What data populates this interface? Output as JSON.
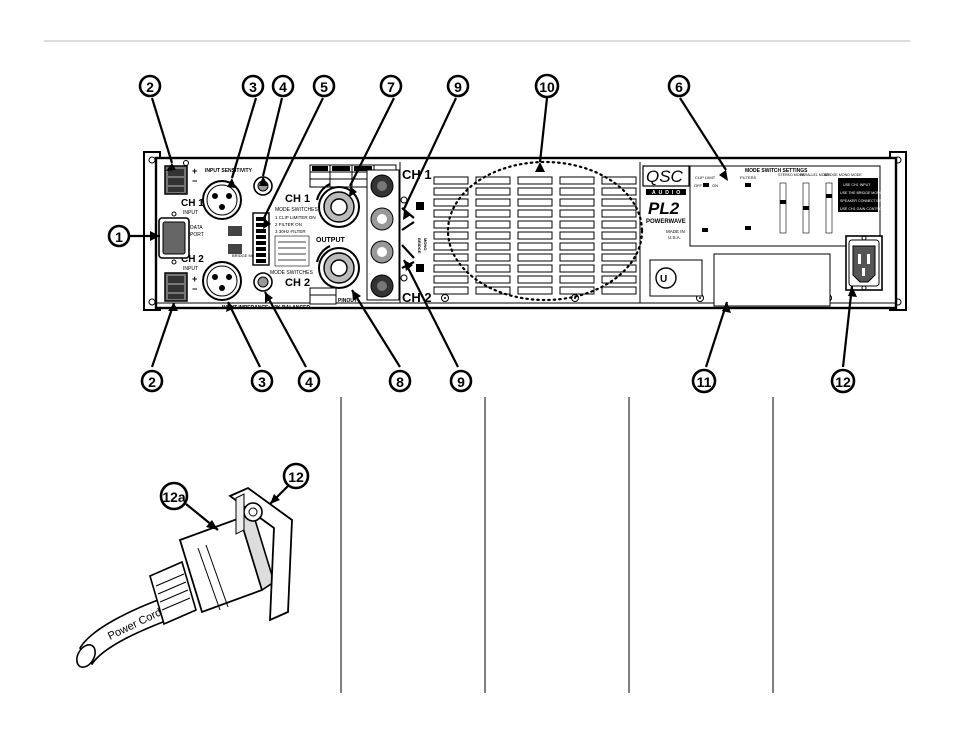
{
  "callouts": {
    "c1": "1",
    "c2a": "2",
    "c2b": "2",
    "c3a": "3",
    "c3b": "3",
    "c4a": "4",
    "c4b": "4",
    "c5": "5",
    "c6": "6",
    "c7": "7",
    "c8": "8",
    "c9a": "9",
    "c9b": "9",
    "c10": "10",
    "c11": "11",
    "c12a": "12",
    "c12b": "12",
    "c12a_label": "12a"
  },
  "panel": {
    "ch1": "CH 1",
    "ch2": "CH 2",
    "input1": "INPUT",
    "input2": "INPUT",
    "input_sensitivity": "INPUT SENSITIVITY",
    "input_impedance": "INPUT IMPEDANCE: 10K BALANCED",
    "data_port_1": "DATA",
    "data_port_2": "PORT",
    "mode_switches_1": "MODE SWITCHES",
    "mode_switches_2": "MODE SWITCHES",
    "clip_limiter": "1  CLIP LIMITER ON",
    "filter": "2  FILTER ON",
    "filter_30": "3  30Hz FILTER",
    "bridge_mono": "BRIDGE MONO",
    "output": "OUTPUT",
    "pinout": "PINOUT",
    "bridge": "BRIDGE",
    "mono": "MONO",
    "ch1_right": "CH 1",
    "ch2_right": "CH 2",
    "brand": "QSC",
    "audio": "AUDIO",
    "model": "PL2",
    "powerwave": "POWERWAVE",
    "made_in": "MADE IN",
    "usa": "U.S.A.",
    "mode_switch_settings": "MODE SWITCH SETTINGS",
    "col_clip_limit": "CLIP LIMIT",
    "col_filters": "FILTERS",
    "col_stereo": "STEREO MODE",
    "col_parallel": "PARALLEL MODE",
    "col_bridge": "BRIDGE MONO MODE",
    "warn_1": "USE CH1 INPUT",
    "warn_2": "USE THE BRIDGE MONO",
    "warn_3": "SPEAKER CONNECTION",
    "warn_4": "USE CH1 GAIN CONTROL",
    "off": "OFF",
    "on": "ON"
  },
  "inset": {
    "power_cord": "Power Cord"
  }
}
